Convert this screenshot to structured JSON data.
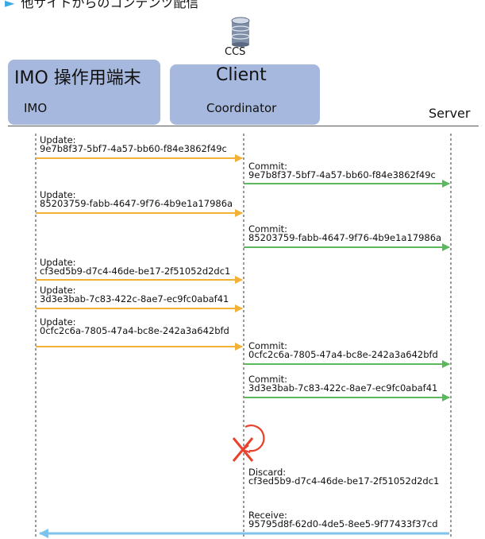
{
  "caption": "他サイトからのコンテンツ配信",
  "ccs_label": "CCS",
  "imo": {
    "title": "IMO 操作用端末",
    "subtitle": "IMO"
  },
  "client": {
    "title": "Client",
    "subtitle": "Coordinator"
  },
  "server": {
    "label": "Server"
  },
  "colors": {
    "update": "#f2b134",
    "commit": "#5cb85c",
    "receive": "#7ec3ec",
    "discard": "#e8412c",
    "box": "#a6b8dd"
  },
  "messages": [
    {
      "kind": "Update:",
      "id": "9e7b8f37-5bf7-4a57-bb60-f84e3862f49c"
    },
    {
      "kind": "Commit:",
      "id": "9e7b8f37-5bf7-4a57-bb60-f84e3862f49c"
    },
    {
      "kind": "Update:",
      "id": "85203759-fabb-4647-9f76-4b9e1a17986a"
    },
    {
      "kind": "Commit:",
      "id": "85203759-fabb-4647-9f76-4b9e1a17986a"
    },
    {
      "kind": "Update:",
      "id": "cf3ed5b9-d7c4-46de-be17-2f51052d2dc1"
    },
    {
      "kind": "Update:",
      "id": "3d3e3bab-7c83-422c-8ae7-ec9fc0abaf41"
    },
    {
      "kind": "Update:",
      "id": "0cfc2c6a-7805-47a4-bc8e-242a3a642bfd"
    },
    {
      "kind": "Commit:",
      "id": "0cfc2c6a-7805-47a4-bc8e-242a3a642bfd"
    },
    {
      "kind": "Commit:",
      "id": "3d3e3bab-7c83-422c-8ae7-ec9fc0abaf41"
    },
    {
      "kind": "Discard:",
      "id": "cf3ed5b9-d7c4-46de-be17-2f51052d2dc1"
    },
    {
      "kind": "Receive:",
      "id": "95795d8f-62d0-4de5-8ee5-9f77433f37cd"
    }
  ]
}
